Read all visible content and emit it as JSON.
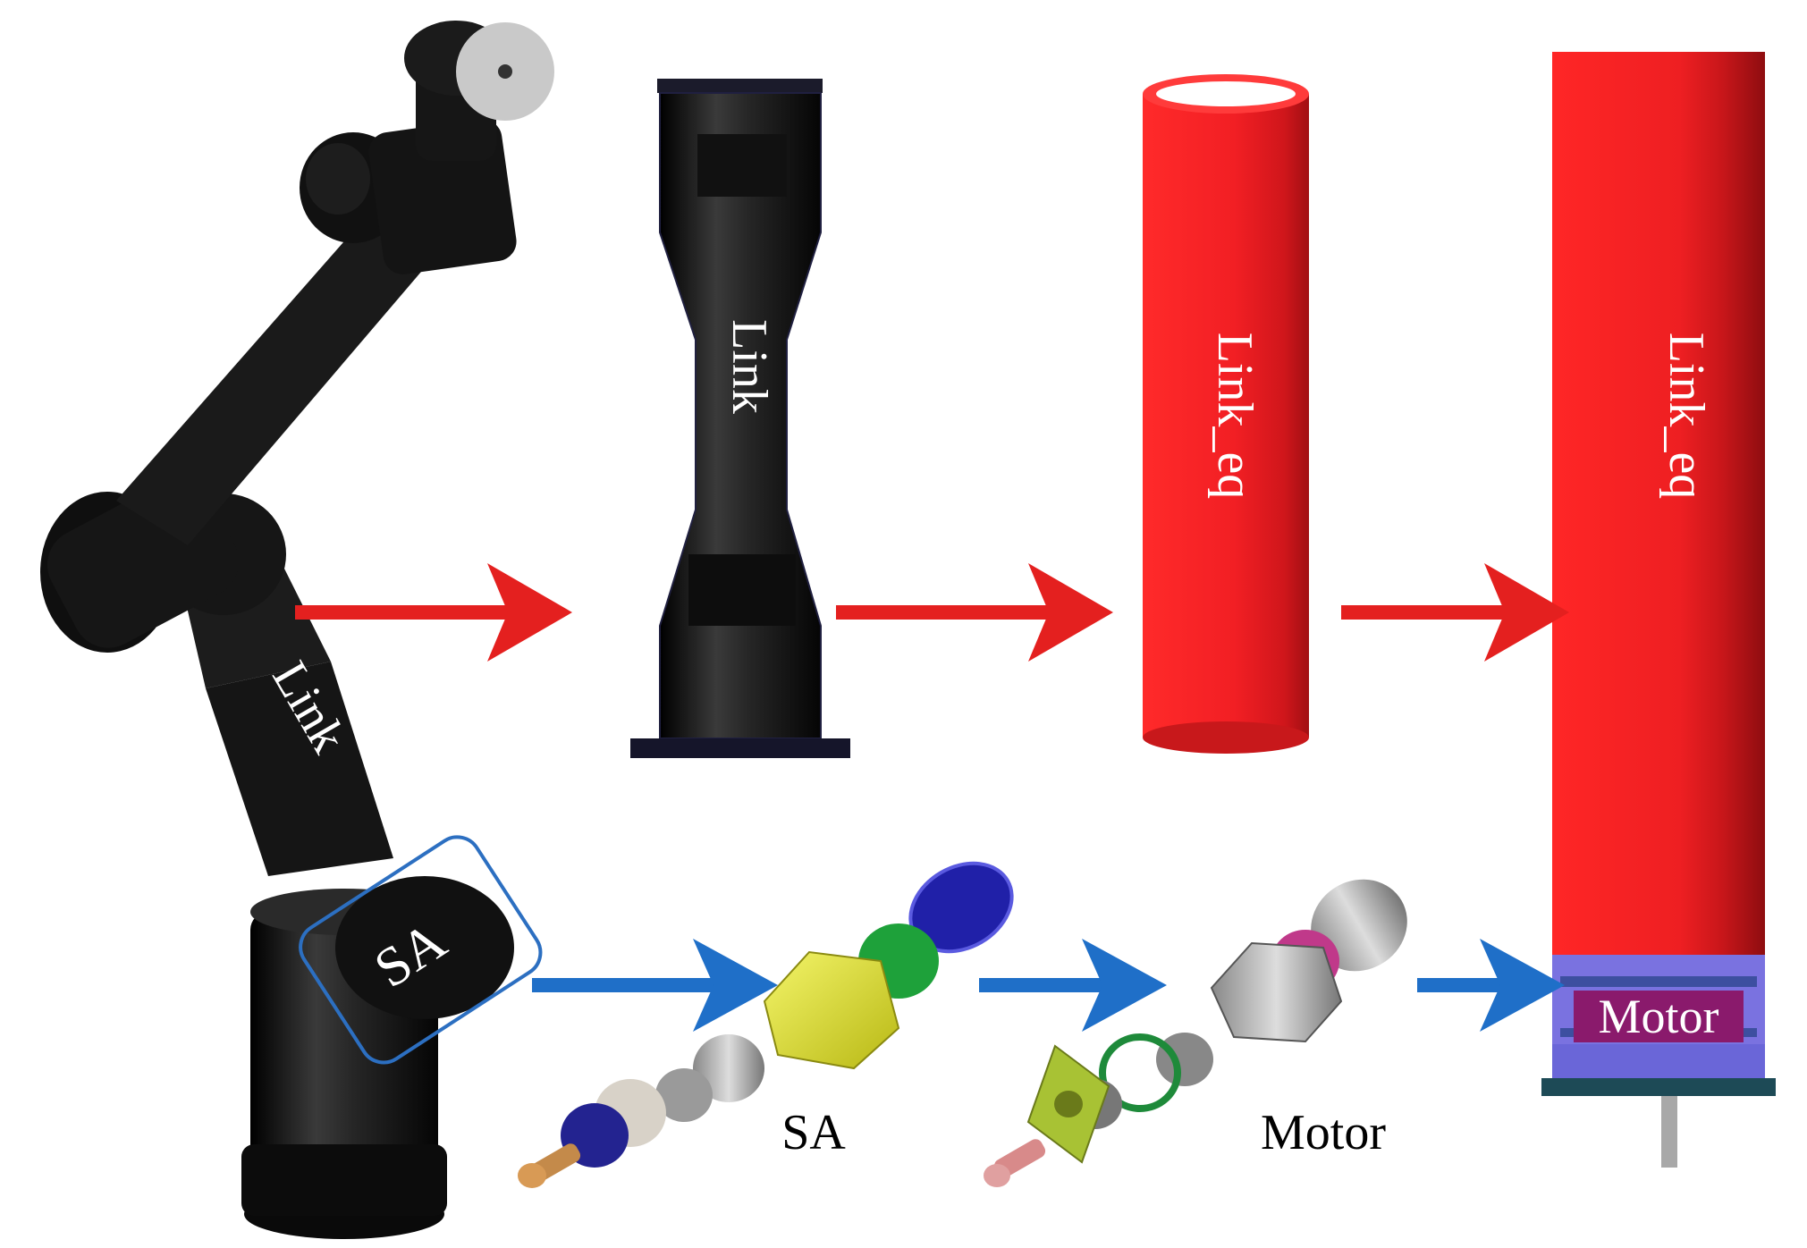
{
  "labels": {
    "robot_link": "Link",
    "robot_sa": "SA",
    "link_part": "Link",
    "link_eq_simple": "Link_eq",
    "link_eq_full": "Link_eq",
    "sa_exploded": "SA",
    "motor_exploded": "Motor",
    "motor_in_link": "Motor"
  },
  "colors": {
    "link_red": "#f21f24",
    "arrow_red": "#e4201f",
    "arrow_blue": "#1f6fc8",
    "highlight_box": "#2c6fc1",
    "robot_black": "#141414",
    "motor_band": "#7a72e0",
    "motor_label_bg": "#8a1a6c"
  },
  "icons": {
    "robot_arm": "robot-arm-illustration",
    "sa_exploded": "series-actuator-exploded-view",
    "motor_exploded": "motor-exploded-view"
  }
}
